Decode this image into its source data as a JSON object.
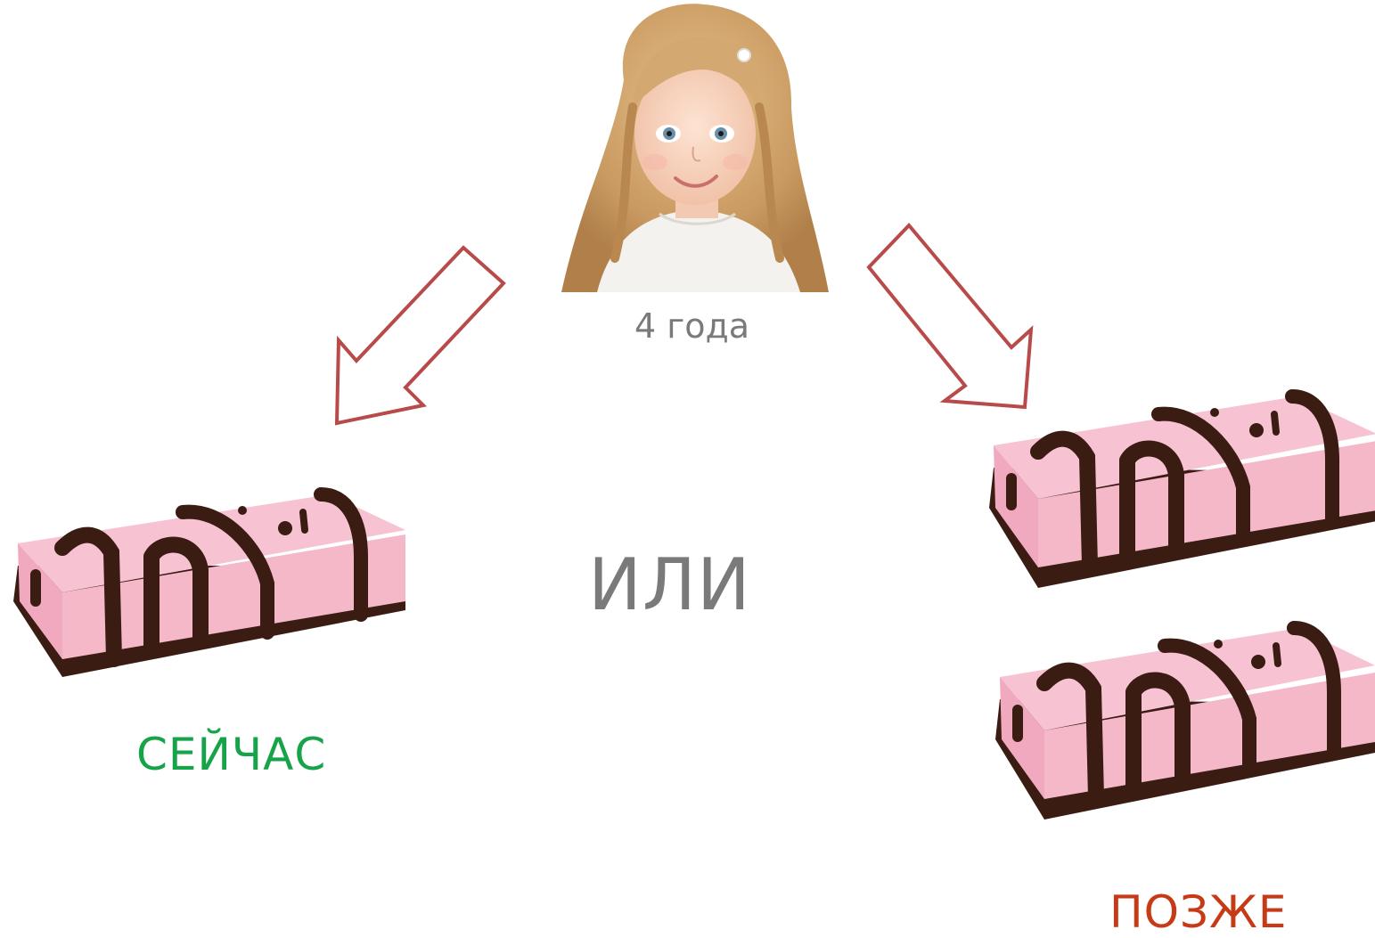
{
  "labels": {
    "age": "4 года",
    "or": "ИЛИ",
    "now": "СЕЙЧАС",
    "later": "ПОЗЖЕ"
  },
  "colors": {
    "now": "#16a34a",
    "later": "#c63a16",
    "gray_text": "#7a7a7a",
    "arrow_stroke": "#b84a4a",
    "cake_pink": "#f3b2c6",
    "chocolate": "#3a1c12"
  },
  "icons": {
    "left_arrow": "arrow-down-left-icon",
    "right_arrow": "arrow-down-right-icon"
  }
}
